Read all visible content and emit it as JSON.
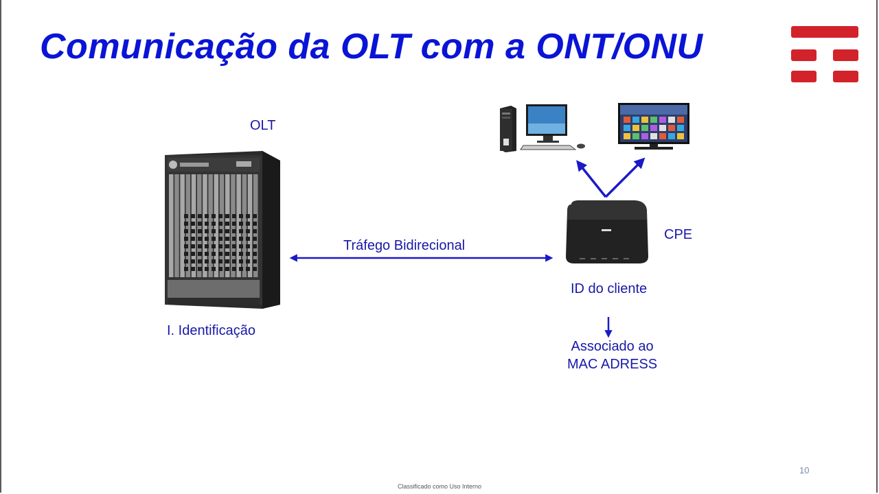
{
  "slide": {
    "title": "Comunicação da OLT com a ONT/ONU",
    "page_number": "10",
    "footer": "Classificado como Uso Interno"
  },
  "diagram": {
    "olt_label": "OLT",
    "olt_caption": "I. Identificação",
    "link_label": "Tráfego Bidirecional",
    "cpe_label": "CPE",
    "cpe_caption": "ID do cliente",
    "assoc_line1": "Associado ao",
    "assoc_line2": "MAC ADRESS"
  },
  "icons": {
    "logo": "tim-logo-icon",
    "olt": "olt-chassis-icon",
    "router": "router-icon",
    "desktop": "desktop-computer-icon",
    "tv": "smart-tv-icon"
  },
  "colors": {
    "title": "#0a14d6",
    "text": "#1818a8",
    "arrow": "#1a1ac8",
    "logo": "#d2232a"
  }
}
